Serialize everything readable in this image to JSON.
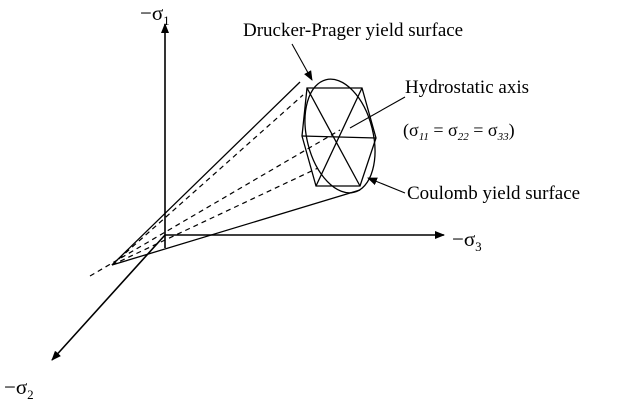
{
  "axes": {
    "sigma1": {
      "sign": "−σ",
      "sub": "1"
    },
    "sigma2": {
      "sign": "−σ",
      "sub": "2"
    },
    "sigma3": {
      "sign": "−σ",
      "sub": "3"
    }
  },
  "labels": {
    "drucker_prager": "Drucker-Prager yield surface",
    "hydrostatic_axis": "Hydrostatic axis",
    "coulomb": "Coulomb yield surface"
  },
  "equation": {
    "open": "(",
    "s1": "σ",
    "s1_sub": "11",
    "eq1": " = ",
    "s2": "σ",
    "s2_sub": "22",
    "eq2": " = ",
    "s3": "σ",
    "s3_sub": "33",
    "close": ")"
  }
}
